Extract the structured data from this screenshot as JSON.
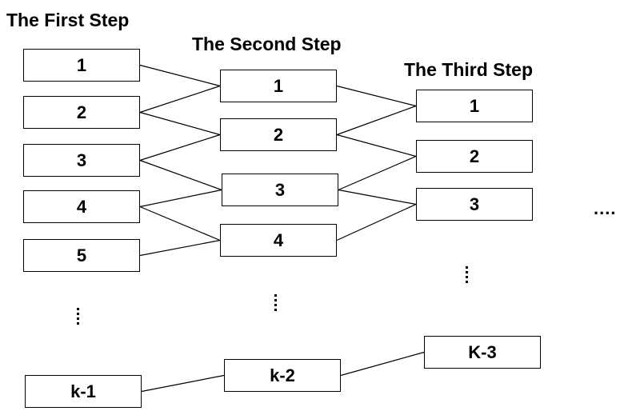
{
  "steps": [
    {
      "title": "The First Step",
      "nodes": [
        "1",
        "2",
        "3",
        "4",
        "5",
        "k-1"
      ]
    },
    {
      "title": "The Second Step",
      "nodes": [
        "1",
        "2",
        "3",
        "4",
        "k-2"
      ]
    },
    {
      "title": "The Third Step",
      "nodes": [
        "1",
        "2",
        "3",
        "K-3"
      ]
    }
  ],
  "continuation": "....",
  "edges": [
    [
      "s1-1",
      "s2-1"
    ],
    [
      "s1-2",
      "s2-1"
    ],
    [
      "s1-2",
      "s2-2"
    ],
    [
      "s1-3",
      "s2-2"
    ],
    [
      "s1-3",
      "s2-3"
    ],
    [
      "s1-4",
      "s2-3"
    ],
    [
      "s1-4",
      "s2-4"
    ],
    [
      "s1-5",
      "s2-4"
    ],
    [
      "s1-k-1",
      "s2-k-2"
    ],
    [
      "s2-1",
      "s3-1"
    ],
    [
      "s2-2",
      "s3-1"
    ],
    [
      "s2-2",
      "s3-2"
    ],
    [
      "s2-3",
      "s3-2"
    ],
    [
      "s2-3",
      "s3-3"
    ],
    [
      "s2-4",
      "s3-3"
    ],
    [
      "s2-k-2",
      "s3-K-3"
    ]
  ]
}
